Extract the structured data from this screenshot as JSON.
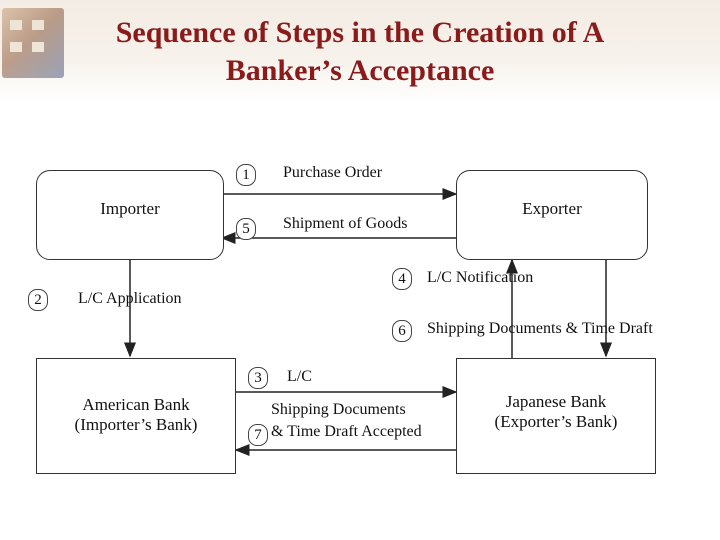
{
  "title": "Sequence of Steps in the Creation of A Banker’s Acceptance",
  "nodes": {
    "importer": "Importer",
    "exporter": "Exporter",
    "american_bank_line1": "American Bank",
    "american_bank_line2": "(Importer’s Bank)",
    "japanese_bank_line1": "Japanese Bank",
    "japanese_bank_line2": "(Exporter’s Bank)"
  },
  "steps": [
    {
      "num": "1",
      "label": "Purchase Order"
    },
    {
      "num": "2",
      "label": "L/C Application"
    },
    {
      "num": "3",
      "label": "L/C"
    },
    {
      "num": "4",
      "label": "L/C Notification"
    },
    {
      "num": "5",
      "label": "Shipment of Goods"
    },
    {
      "num": "6",
      "label": "Shipping Documents & Time Draft"
    },
    {
      "num": "7",
      "label_line1": "Shipping Documents",
      "label_line2": "& Time Draft Accepted"
    }
  ]
}
